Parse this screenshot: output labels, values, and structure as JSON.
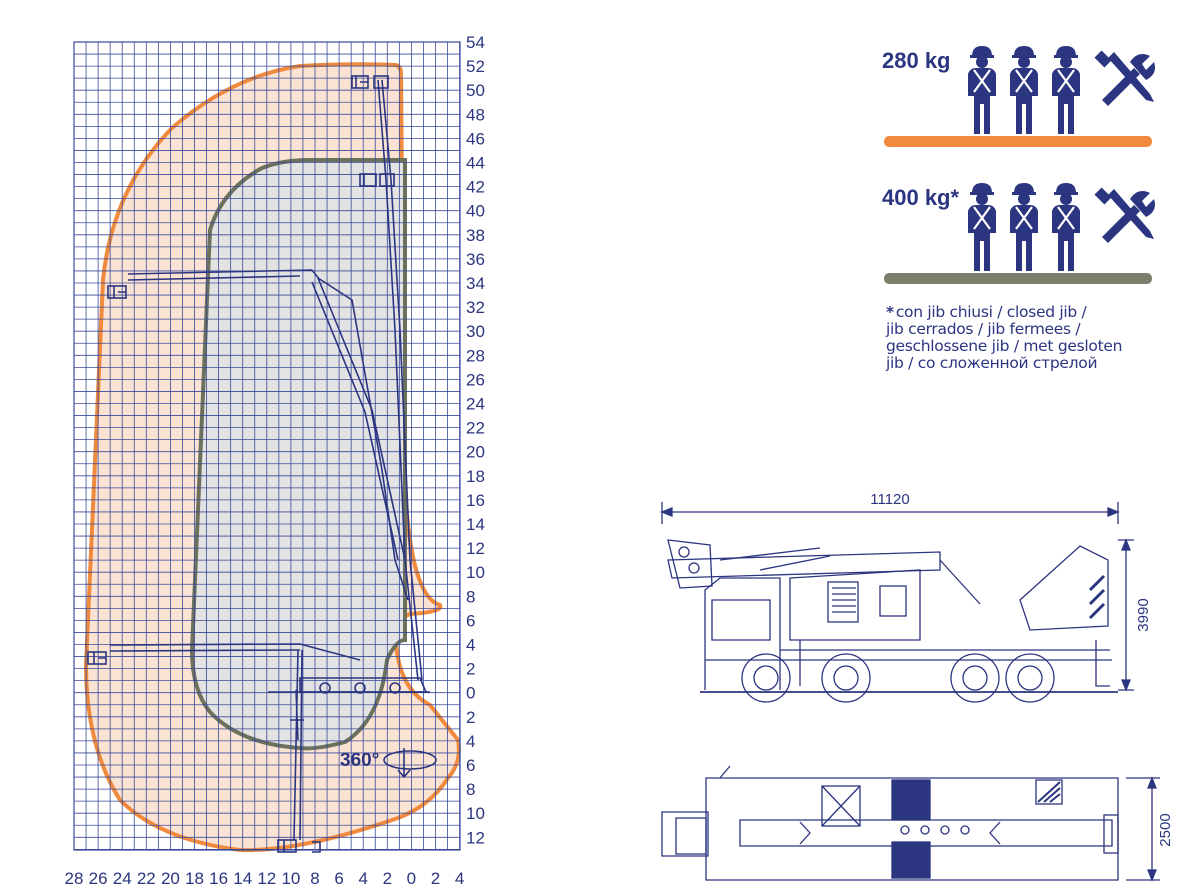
{
  "working_envelope": {
    "y_ticks": [
      "54",
      "52",
      "50",
      "48",
      "46",
      "44",
      "42",
      "40",
      "38",
      "36",
      "34",
      "32",
      "30",
      "28",
      "26",
      "24",
      "22",
      "20",
      "18",
      "16",
      "14",
      "12",
      "10",
      "8",
      "6",
      "4",
      "2",
      "0",
      "2",
      "4",
      "6",
      "8",
      "10",
      "12"
    ],
    "x_ticks": [
      "28",
      "26",
      "24",
      "22",
      "20",
      "18",
      "16",
      "14",
      "12",
      "10",
      "8",
      "6",
      "4",
      "2",
      "0",
      "2",
      "4"
    ],
    "rotation_label": "360°"
  },
  "loads": [
    {
      "label": "280 kg",
      "color": "#f08a3c"
    },
    {
      "label": "400 kg*",
      "color": "#7b7f6c"
    }
  ],
  "note": {
    "star": "*",
    "lines": [
      "con jib chiusi / closed jib /",
      "jib cerrados / jib fermees /",
      "geschlossene jib / met gesloten",
      "jib / со сложенной стрелой"
    ]
  },
  "dimensions": {
    "length": "11120",
    "height": "3990",
    "width": "2500"
  },
  "colors": {
    "grid": "#3a4a9a",
    "outer_envelope_stroke": "#f08a3c",
    "outer_envelope_fill": "#fbe3d3",
    "inner_envelope_stroke": "#6c715c",
    "inner_envelope_fill": "#e3e3e3",
    "ink": "#2b3580"
  },
  "icons": [
    "worker-icon",
    "wrench-screwdriver-icon",
    "basket-icon",
    "rotation-arrow-icon"
  ]
}
